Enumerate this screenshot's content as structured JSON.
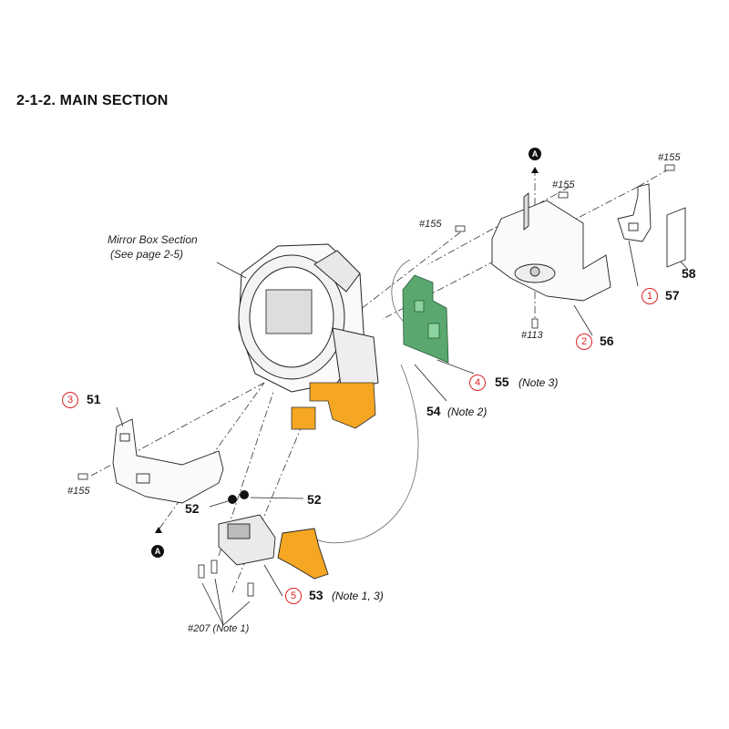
{
  "title": "2-1-2. MAIN SECTION",
  "mirror_box": {
    "line1": "Mirror Box Section",
    "line2": "(See page 2-5)"
  },
  "refs": {
    "r155_top": "#155",
    "r155_mid": "#155",
    "r155_left": "#155",
    "r155_bottom": "#155",
    "r113": "#113",
    "r207": "#207 (Note 1)"
  },
  "marker_letter": "A",
  "parts": {
    "p51": {
      "circle": "3",
      "num": "51"
    },
    "p52a": {
      "num": "52"
    },
    "p52b": {
      "num": "52"
    },
    "p53": {
      "circle": "5",
      "num": "53",
      "note": "(Note 1, 3)"
    },
    "p54": {
      "num": "54",
      "note": "(Note 2)"
    },
    "p55": {
      "circle": "4",
      "num": "55",
      "note": "(Note 3)"
    },
    "p56": {
      "circle": "2",
      "num": "56"
    },
    "p57": {
      "circle": "1",
      "num": "57"
    },
    "p58": {
      "num": "58"
    }
  },
  "colors": {
    "flex": "#f5a623",
    "board": "#5aa870",
    "callout": "#dd2222",
    "link": "#2d5db5"
  }
}
